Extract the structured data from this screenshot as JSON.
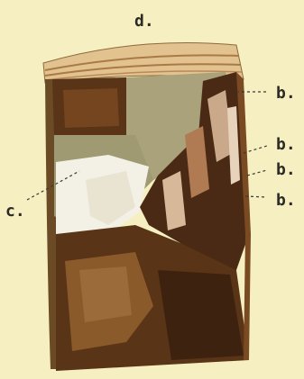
{
  "labels": {
    "top": "d.",
    "left": "c.",
    "right_1": "b.",
    "right_2": "b.",
    "right_3": "b.",
    "right_4": "b."
  },
  "colors": {
    "paper": "#f6efc1",
    "wood_light": "#e2c28f",
    "wood_grain": "#a97a45",
    "bark_dark": "#4a2a14",
    "bark_mid": "#7a4a22",
    "pale_face": "#a9a27a",
    "white_patch": "#f3f0e6"
  }
}
